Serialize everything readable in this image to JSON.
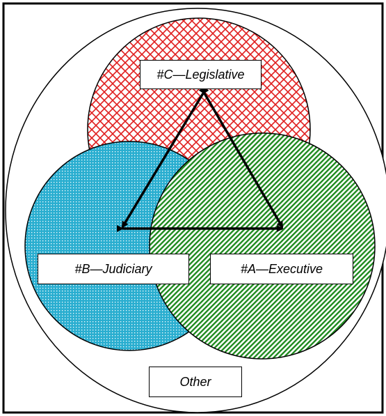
{
  "diagram": {
    "labels": {
      "legislative": "#C—Legislative",
      "judiciary": "#B—Judiciary",
      "executive": "#A—Executive",
      "other": "Other"
    },
    "colors": {
      "frame": "#000000",
      "background": "#ffffff",
      "legislative_pattern": "#e02020",
      "judiciary_fill": "#2aaed0",
      "executive_pattern": "#1e8a1e",
      "arrows": "#000000"
    },
    "fill_patterns": {
      "legislative": "red crosshatch",
      "judiciary": "cyan dotted",
      "executive": "green diagonal stripes"
    }
  }
}
